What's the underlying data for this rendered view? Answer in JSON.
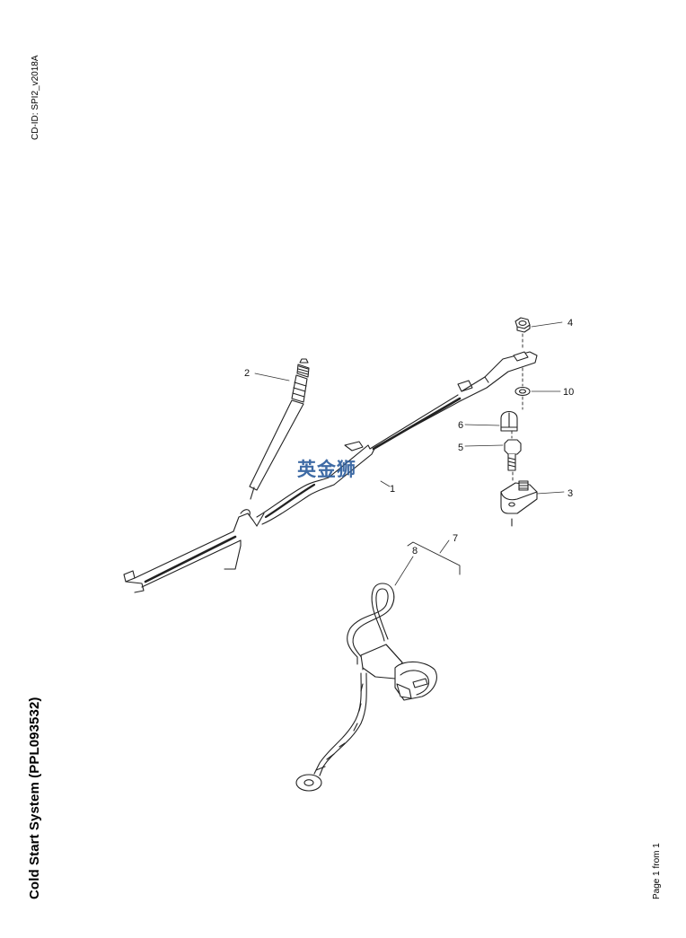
{
  "sidebar": {
    "cdid": "CD-ID: SPI2_v2018A"
  },
  "title": "Cold Start System (PPL093532)",
  "page_indicator": "Page 1 from 1",
  "watermark": "英金狮",
  "callouts": [
    {
      "id": "1",
      "label": "1"
    },
    {
      "id": "2",
      "label": "2"
    },
    {
      "id": "3",
      "label": "3"
    },
    {
      "id": "4",
      "label": "4"
    },
    {
      "id": "5",
      "label": "5"
    },
    {
      "id": "6",
      "label": "6"
    },
    {
      "id": "7",
      "label": "7"
    },
    {
      "id": "8",
      "label": "8"
    },
    {
      "id": "10",
      "label": "10"
    }
  ]
}
